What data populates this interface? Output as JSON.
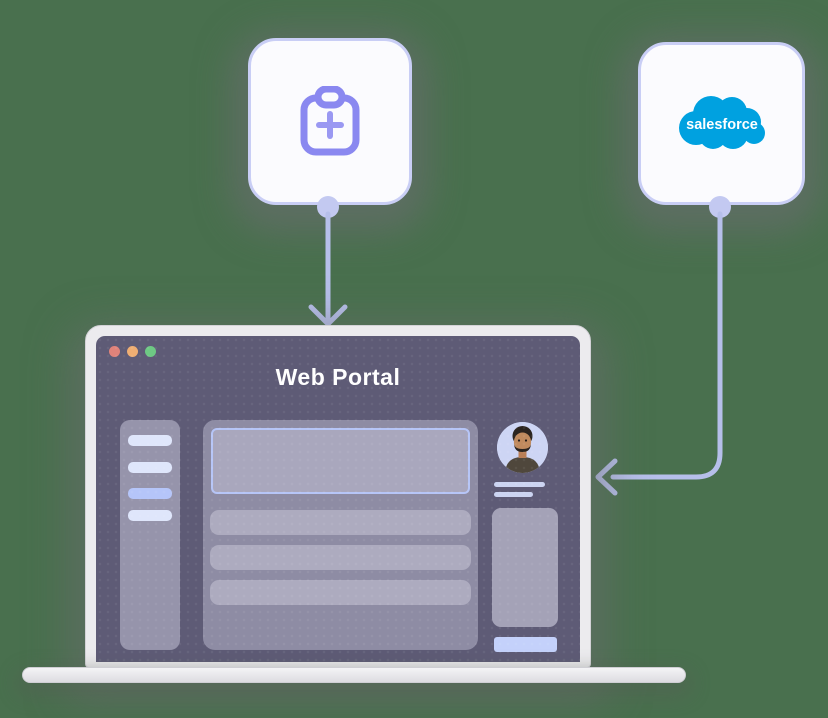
{
  "page": {
    "background_color": "#49704e"
  },
  "cards": {
    "clipboard": {
      "icon": "clipboard-plus-icon",
      "accent_color": "#8a88f0"
    },
    "salesforce": {
      "wordmark": "salesforce",
      "brand_color": "#00a1e0",
      "text_color": "#ffffff"
    }
  },
  "connectors": {
    "clipboard_to_portal": {
      "direction": "down",
      "color": "#b6bfea"
    },
    "salesforce_to_portal": {
      "direction": "down-then-left",
      "color": "#b6bfea"
    }
  },
  "laptop": {
    "window": {
      "title": "Web Portal",
      "traffic_lights": [
        "#e0837a",
        "#efae73",
        "#6ec984"
      ]
    },
    "sidebar": {
      "items": [
        {
          "name": "sidebar-item-1",
          "active": false
        },
        {
          "name": "sidebar-item-2",
          "active": false
        },
        {
          "name": "sidebar-item-3",
          "active": true
        },
        {
          "name": "sidebar-item-4",
          "active": false
        }
      ]
    },
    "main": {
      "rows": [
        {
          "name": "content-row-1"
        },
        {
          "name": "content-row-2"
        },
        {
          "name": "content-row-3"
        }
      ]
    }
  },
  "colors": {
    "screen_background": "#5e5b76",
    "panel": "#8e8ca4",
    "sidebar_panel": "#9694ab",
    "bar_light": "#dfe6fb",
    "bar_active": "#b5c5f9",
    "hero_border": "#b6c5f7",
    "connector_line": "#b6bfea",
    "user_button": "#c4d1fb"
  }
}
